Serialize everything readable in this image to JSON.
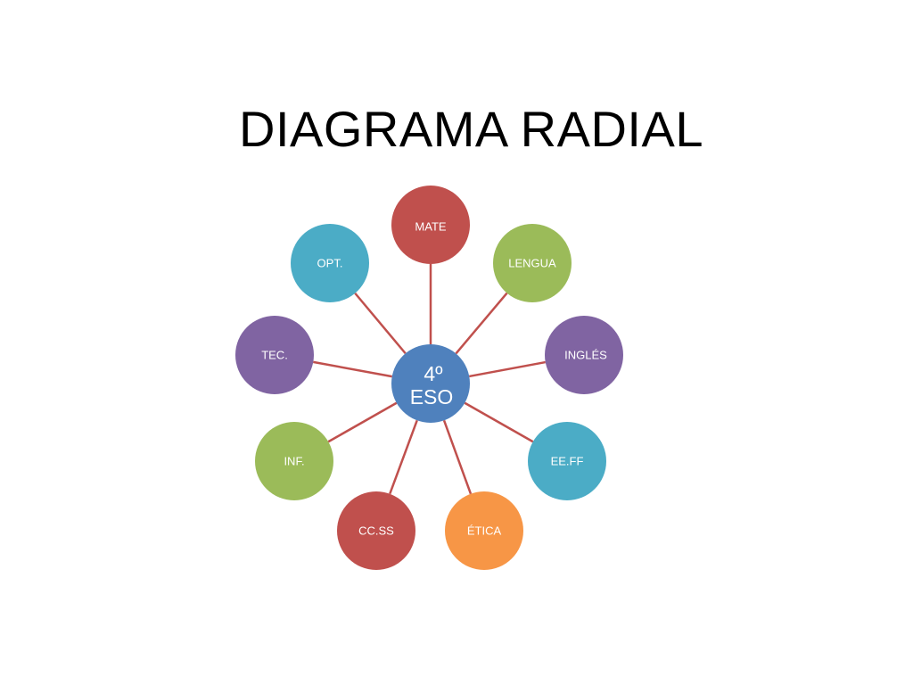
{
  "title": "DIAGRAMA RADIAL",
  "center": {
    "line1": "4º",
    "line2": "ESO",
    "color": "#4F81BD"
  },
  "connector_color": "#C0504D",
  "nodes": [
    {
      "label": "MATE",
      "color": "#C0504D"
    },
    {
      "label": "LENGUA",
      "color": "#9BBB59"
    },
    {
      "label": "INGLÉS",
      "color": "#8064A2"
    },
    {
      "label": "EE.FF",
      "color": "#4BACC6"
    },
    {
      "label": "ÉTICA",
      "color": "#F79646"
    },
    {
      "label": "CC.SS",
      "color": "#C0504D"
    },
    {
      "label": "INF.",
      "color": "#9BBB59"
    },
    {
      "label": "TEC.",
      "color": "#8064A2"
    },
    {
      "label": "OPT.",
      "color": "#4BACC6"
    }
  ]
}
